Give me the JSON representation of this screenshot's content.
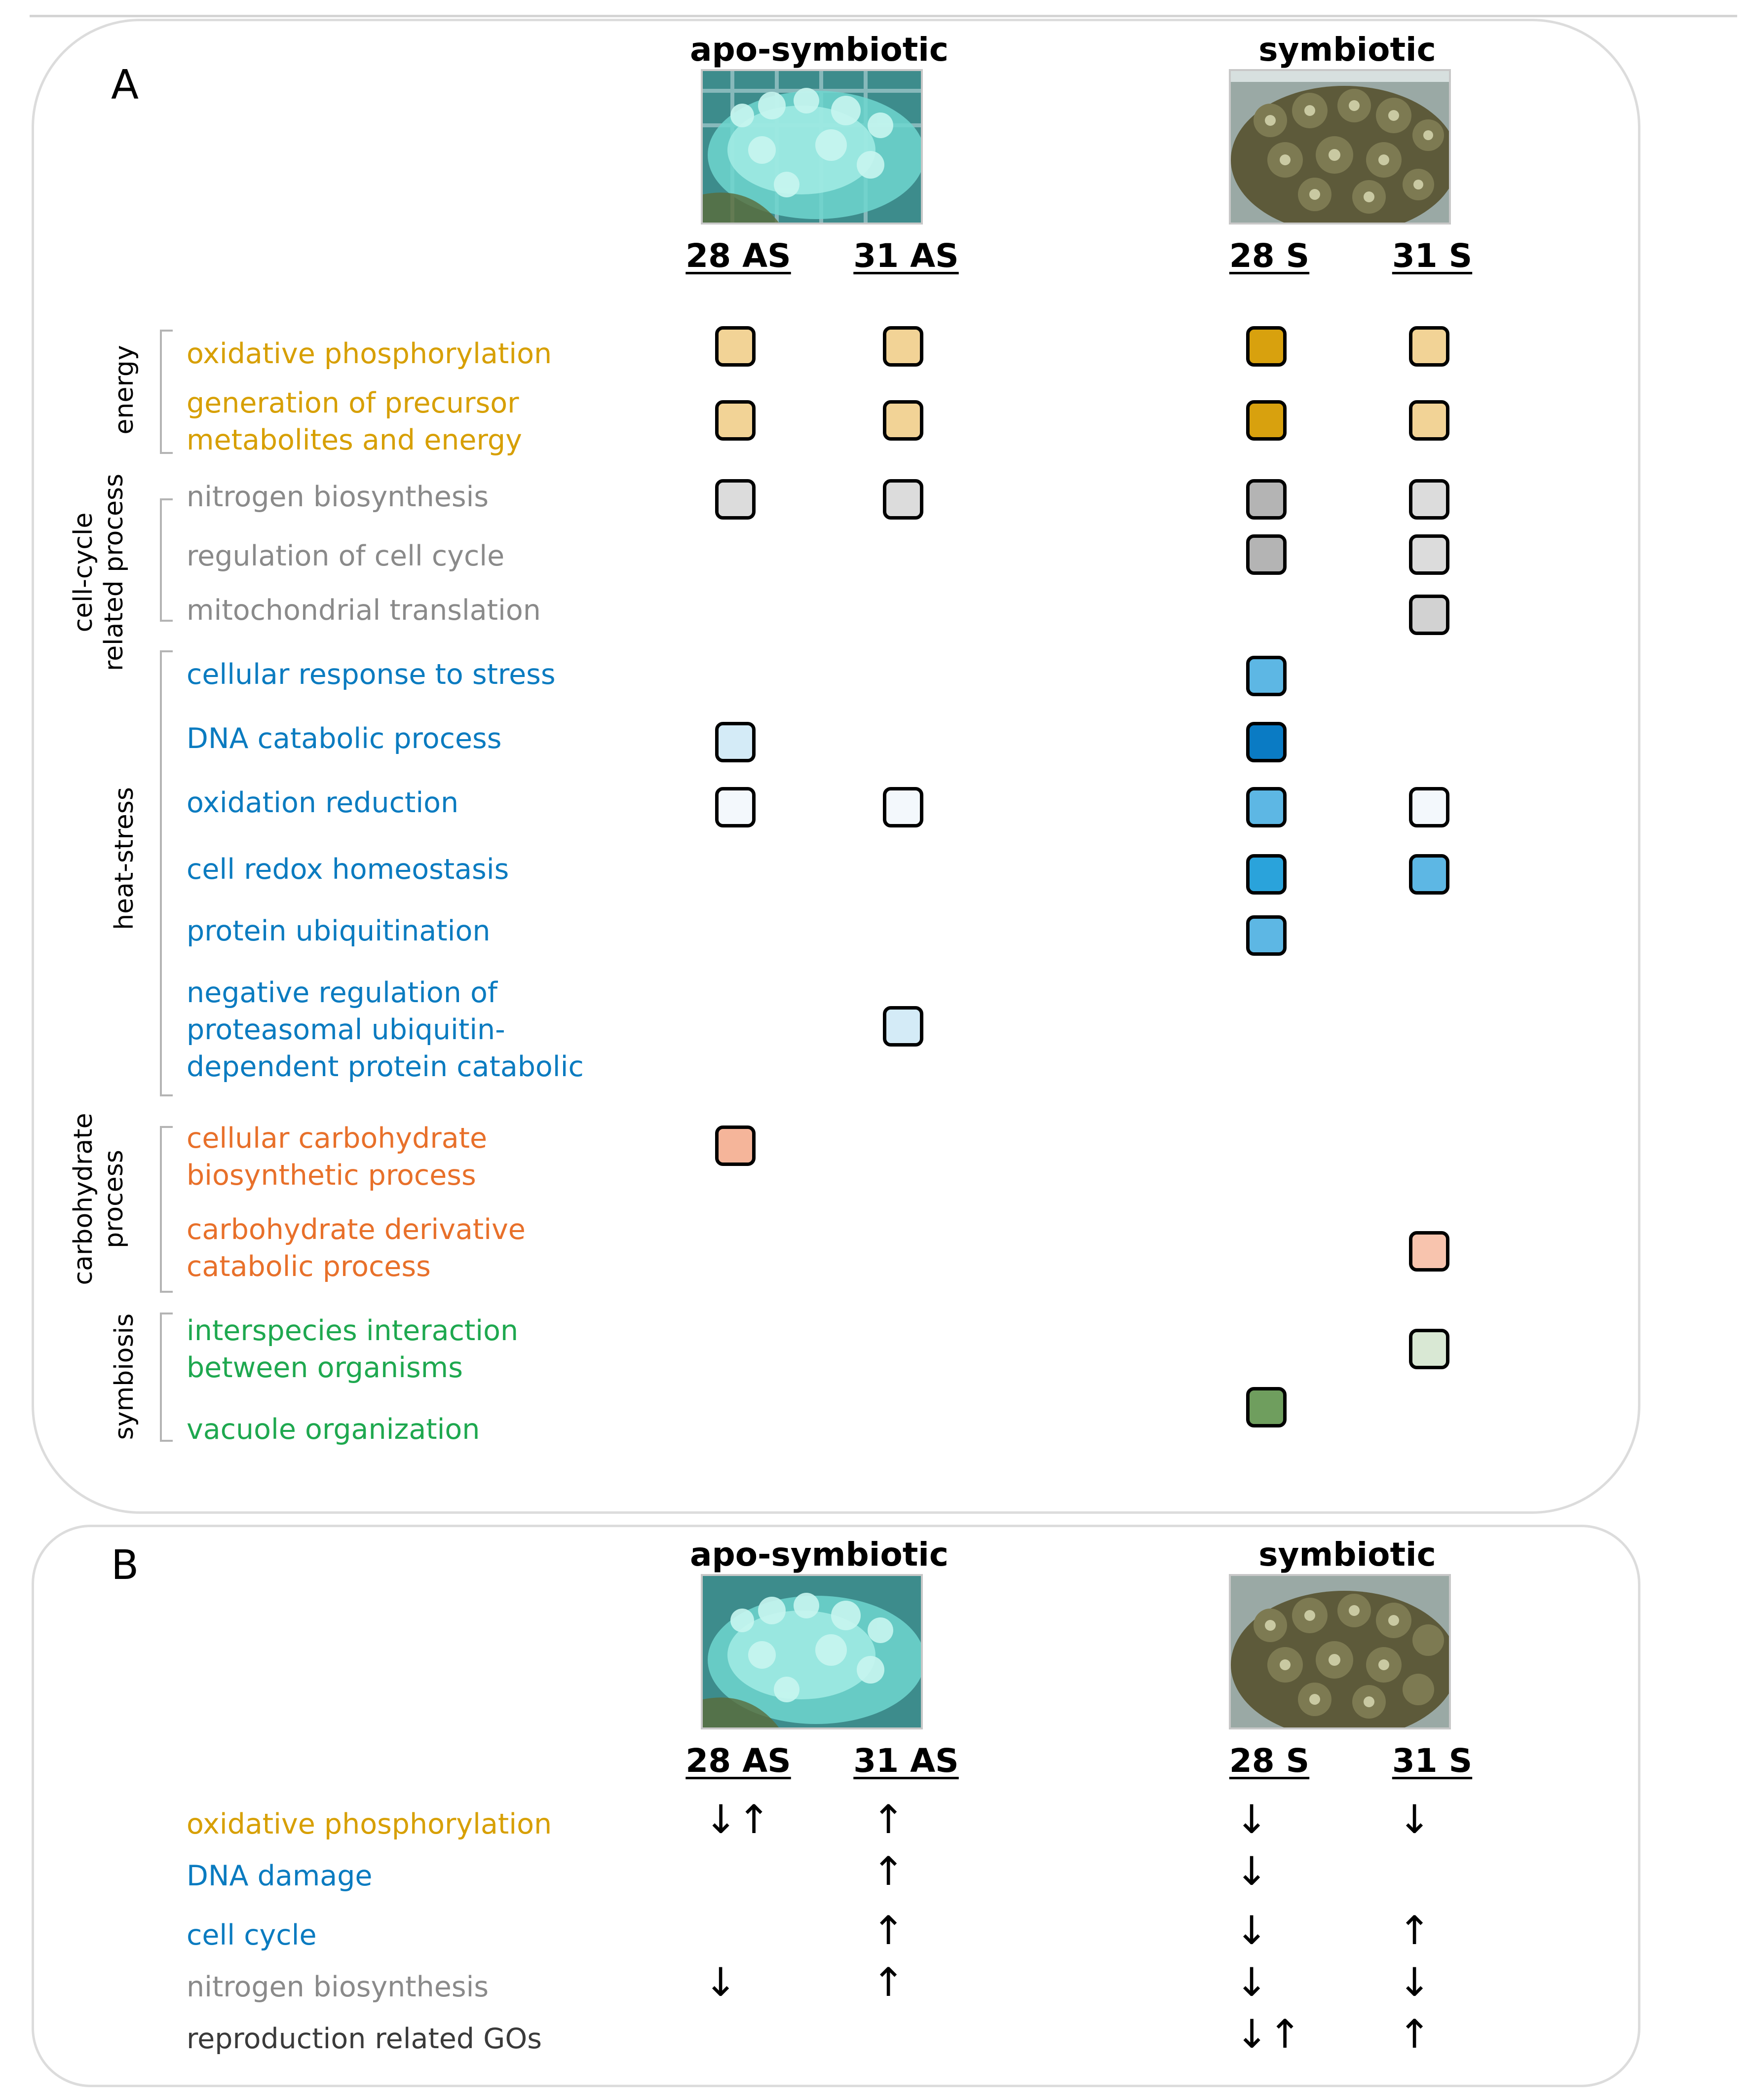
{
  "groups": [
    "apo-symbiotic",
    "symbiotic"
  ],
  "columns": [
    "28 AS",
    "31 AS",
    "28 S",
    "31 S"
  ],
  "colors": {
    "energy": "#d79f00",
    "cellcycle": "#8a8a8a",
    "heatstress": "#0a7bc0",
    "carbohydrate": "#e8702a",
    "symbiosis": "#1ea84f"
  },
  "panel_a": {
    "letter": "A",
    "categories": [
      {
        "id": "energy",
        "label": "energy"
      },
      {
        "id": "cellcycle",
        "label": "cell-cycle\nrelated process"
      },
      {
        "id": "heatstress",
        "label": "heat-stress"
      },
      {
        "id": "carbohydrate",
        "label": "carbohydrate\nprocess"
      },
      {
        "id": "symbiosis",
        "label": "symbiosis"
      }
    ],
    "terms": [
      {
        "text": "oxidative phosphorylation",
        "cat": "energy",
        "cells": [
          "#f2d396",
          "#f2d396",
          "#d8a10e",
          "#f2d396"
        ]
      },
      {
        "text": "generation of precursor\nmetabolites and energy",
        "cat": "energy",
        "cells": [
          "#f2d396",
          "#f2d396",
          "#d8a10e",
          "#f2d396"
        ]
      },
      {
        "text": "nitrogen biosynthesis",
        "cat": "cellcycle",
        "cells": [
          "#dcdcdc",
          "#dcdcdc",
          "#b4b4b4",
          "#dcdcdc"
        ]
      },
      {
        "text": "regulation of cell cycle",
        "cat": "cellcycle",
        "cells": [
          null,
          null,
          "#b4b4b4",
          "#dcdcdc"
        ]
      },
      {
        "text": "mitochondrial translation",
        "cat": "cellcycle",
        "cells": [
          null,
          null,
          null,
          "#d2d2d2"
        ]
      },
      {
        "text": "cellular response to stress",
        "cat": "heatstress",
        "cells": [
          null,
          null,
          "#5db7e4",
          null
        ]
      },
      {
        "text": "DNA catabolic process",
        "cat": "heatstress",
        "cells": [
          "#d4ebf7",
          null,
          "#0a7bc4",
          null
        ]
      },
      {
        "text": "oxidation reduction",
        "cat": "heatstress",
        "cells": [
          "#f3f8fc",
          "#f3f8fc",
          "#5db7e4",
          "#f3f8fc"
        ]
      },
      {
        "text": "cell redox homeostasis",
        "cat": "heatstress",
        "cells": [
          null,
          null,
          "#2aa3db",
          "#5db7e4"
        ]
      },
      {
        "text": "protein ubiquitination",
        "cat": "heatstress",
        "cells": [
          null,
          null,
          "#5db7e4",
          null
        ]
      },
      {
        "text": "negative regulation of\nproteasomal ubiquitin-\ndependent protein catabolic",
        "cat": "heatstress",
        "cells": [
          null,
          "#d4ebf7",
          null,
          null
        ]
      },
      {
        "text": "cellular carbohydrate\nbiosynthetic process",
        "cat": "carbohydrate",
        "cells": [
          "#f5b59a",
          null,
          null,
          null
        ]
      },
      {
        "text": "carbohydrate derivative\ncatabolic process",
        "cat": "carbohydrate",
        "cells": [
          null,
          null,
          null,
          "#f8c4ae"
        ]
      },
      {
        "text": "interspecies interaction\nbetween organisms",
        "cat": "symbiosis",
        "cells": [
          null,
          null,
          null,
          "#d9e8d4"
        ]
      },
      {
        "text": "vacuole organization",
        "cat": "symbiosis",
        "cells": [
          null,
          null,
          "#6f9e5e",
          null
        ]
      }
    ]
  },
  "panel_b": {
    "letter": "B",
    "rows": [
      {
        "text": "oxidative phosphorylation",
        "cat": "energy",
        "arrows": [
          "↓↑",
          "↑",
          "↓",
          "↓"
        ]
      },
      {
        "text": "DNA damage",
        "cat": "heatstress",
        "arrows": [
          "",
          "↑",
          "↓",
          ""
        ]
      },
      {
        "text": "cell cycle",
        "cat": "heatstress",
        "arrows": [
          "",
          "↑",
          "↓",
          "↑"
        ]
      },
      {
        "text": "nitrogen biosynthesis",
        "cat": "cellcycle",
        "arrows": [
          "↓",
          "↑",
          "↓",
          "↓"
        ]
      },
      {
        "text": "reproduction related GOs",
        "cat": "other",
        "arrows": [
          "",
          "",
          "↓↑",
          "↑"
        ]
      }
    ],
    "other_color": "#3a3a3a"
  }
}
